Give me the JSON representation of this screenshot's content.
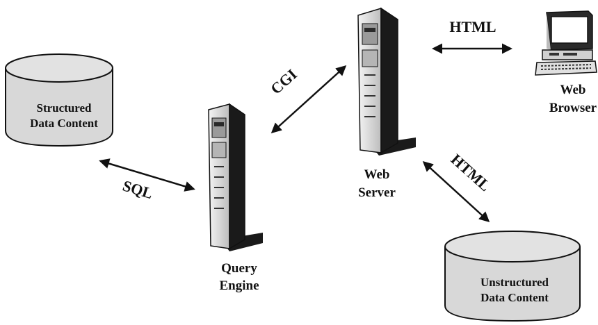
{
  "nodes": {
    "structured_db": {
      "line1": "Structured",
      "line2": "Data Content"
    },
    "unstructured_db": {
      "line1": "Unstructured",
      "line2": "Data Content"
    },
    "query_engine": {
      "line1": "Query",
      "line2": "Engine"
    },
    "web_server": {
      "line1": "Web",
      "line2": "Server"
    },
    "web_browser": {
      "line1": "Web",
      "line2": "Browser"
    }
  },
  "edges": {
    "sql": "SQL",
    "cgi": "CGI",
    "html_browser": "HTML",
    "html_unstructured": "HTML"
  },
  "colors": {
    "cylinder_fill": "#d8d8d8",
    "server_light": "#e8e8e8",
    "server_dark": "#1a1a1a",
    "line": "#111111"
  }
}
